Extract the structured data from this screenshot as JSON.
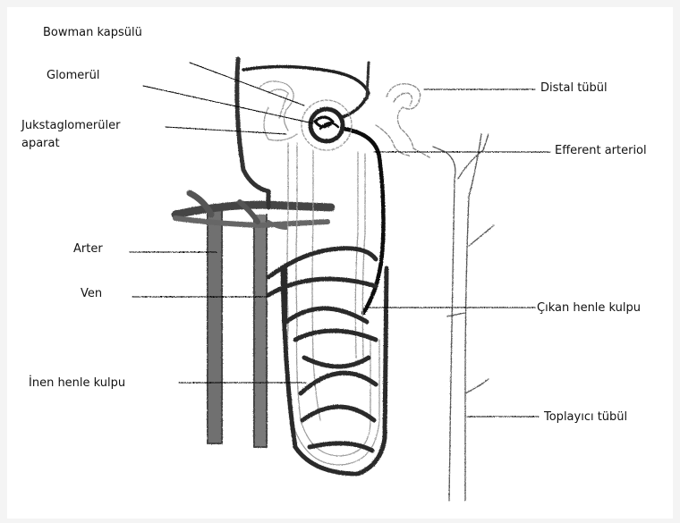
{
  "labels": {
    "bowman": "Bowman kapsülü",
    "glomerul": "Glomerül",
    "juksta_line1": "Jukstaglomerüler",
    "juksta_line2": "aparat",
    "arter": "Arter",
    "ven": "Ven",
    "inen": "İnen henle kulpu",
    "distal": "Distal tübül",
    "efferent": "Efferent arteriol",
    "cikan": "Çıkan henle kulpu",
    "toplayici": "Toplayıcı tübül"
  }
}
